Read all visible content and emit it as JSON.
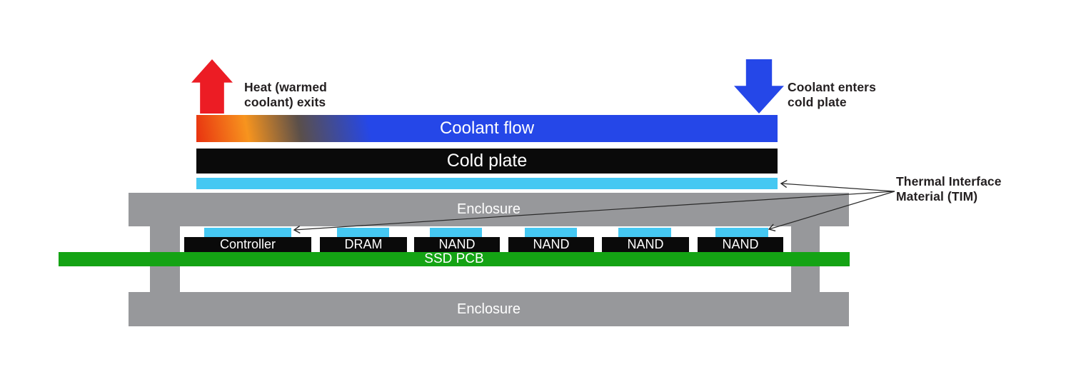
{
  "colors": {
    "red": "#ec1c24",
    "blue": "#2547e8",
    "orange": "#f7941e",
    "cyan": "#45c8f2",
    "green": "#14a314",
    "gray": "#97989b",
    "black": "#0a0a0a",
    "text": "#231f20"
  },
  "labels": {
    "heat_exit": "Heat (warmed\ncoolant) exits",
    "coolant_enters": "Coolant enters\ncold plate",
    "coolant_flow": "Coolant flow",
    "cold_plate": "Cold plate",
    "enclosure_top": "Enclosure",
    "enclosure_bottom": "Enclosure",
    "ssd_pcb": "SSD PCB",
    "tim": "Thermal Interface\nMaterial (TIM)"
  },
  "chips": [
    {
      "label": "Controller"
    },
    {
      "label": "DRAM"
    },
    {
      "label": "NAND"
    },
    {
      "label": "NAND"
    },
    {
      "label": "NAND"
    },
    {
      "label": "NAND"
    }
  ]
}
